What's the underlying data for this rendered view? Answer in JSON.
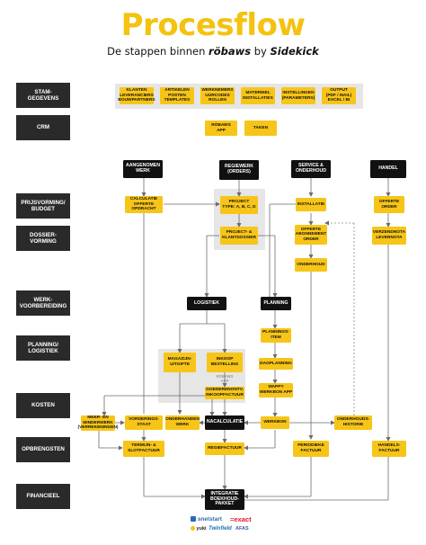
{
  "header": {
    "title": "Procesflow",
    "subtitle_prefix": "De stappen binnen",
    "brand": "röbaws",
    "subtitle_by": "by",
    "partner": "Sidekick"
  },
  "lanes": [
    "STAM-\nGEGEVENS",
    "CRM",
    "PRIJSVORMING/\nBUDGET",
    "DOSSIER-\nVORMING",
    "WERK-\nVOORBEREIDING",
    "PLANNING/\nLOGISTIEK",
    "KOSTEN",
    "OPBRENGSTEN",
    "FINANCIEEL"
  ],
  "stamgegevens": [
    "KLANTEN\nLEVERANCIERS\nBOUWPARTNERS",
    "ARTIKELEN\nPOSTEN\nTEMPLATES",
    "WERKNEMERS\nUURCODES\nROLLEN",
    "MATERIEEL\nINSTALLATIES",
    "INSTELLINGEN\n(PARAMETERS)",
    "OUTPUT\n(PDF / MAIL)\nEXCEL / BI"
  ],
  "crm": [
    "RÖBAWS\nAPP",
    "TAKEN"
  ],
  "columns": [
    "AANGENOMEN\nWERK",
    "REGIEWERK\n(ORDERS)",
    "SERVICE &\nONDERHOUD",
    "HANDEL"
  ],
  "nodes": {
    "calculatie": "CALCULATIE\nOFFERTE\nOPDRACHT",
    "project": "PROJECT\nTYPE: A, B, C, D",
    "projectdossier": "PROJECT- &\nKLANTDOSSIER",
    "installatie": "INSTALLATIE",
    "offerte_abonnement": "OFFERTE\nABONNEMENT\nORDER",
    "onderhoud": "ONDERHOUD",
    "offerte_order": "OFFERTE\nORDER",
    "verzendnota": "VERZENDNOTA\nLEVERNOTA",
    "logistiek": "LOGISTIEK",
    "planning": "PLANNING",
    "planningsitem": "PLANNINGS-\nITEM",
    "dagplanning": "DAGPLANNING",
    "wappy": "WAPPY\nWERKBON APP",
    "magazijn": "MAGAZIJN-\nUITGIFTE",
    "inkoop": "INKOOP\nBESTELLING",
    "goederenontvangst": "GOEDERENONTV.\nINKOOPFACTUUR",
    "robaws_app_label": "RÖBAWS\nAPP",
    "meer_minder": "MEER- EN\nMINDERWERK\n(VERREKENINGEN)",
    "vorderingsstaat": "VORDERINGS-\nSTAAT",
    "onderhanden": "ONDERHANDEN\nWERK",
    "nacalculatie": "NACALCULATIE",
    "werkbon": "WERKBON",
    "onderhoudshistorie": "ONDERHOUDS-\nHISTORIE",
    "termijn": "TERMIJN- &\nSLOTFACTUUR",
    "regiefactuur": "REGIEFACTUUR",
    "periodieke": "PERIODIEKE\nFACTUUR",
    "handelsfactuur": "HANDELS-\nFACTUUR",
    "integratie": "INTEGRATIE\nBOEKHOUD-\nPAKKET"
  },
  "partners": {
    "snelstart": "snelstart",
    "exact": "=exact",
    "yuki": "yuki",
    "twinfield": "Twinfield",
    "afas": "AFAS"
  },
  "colors": {
    "accent": "#f7c518",
    "title": "#f4c20f",
    "dark": "#111111",
    "lane": "#2a2a2a",
    "panel": "#e6e6e6",
    "line": "#6b6b6b"
  }
}
